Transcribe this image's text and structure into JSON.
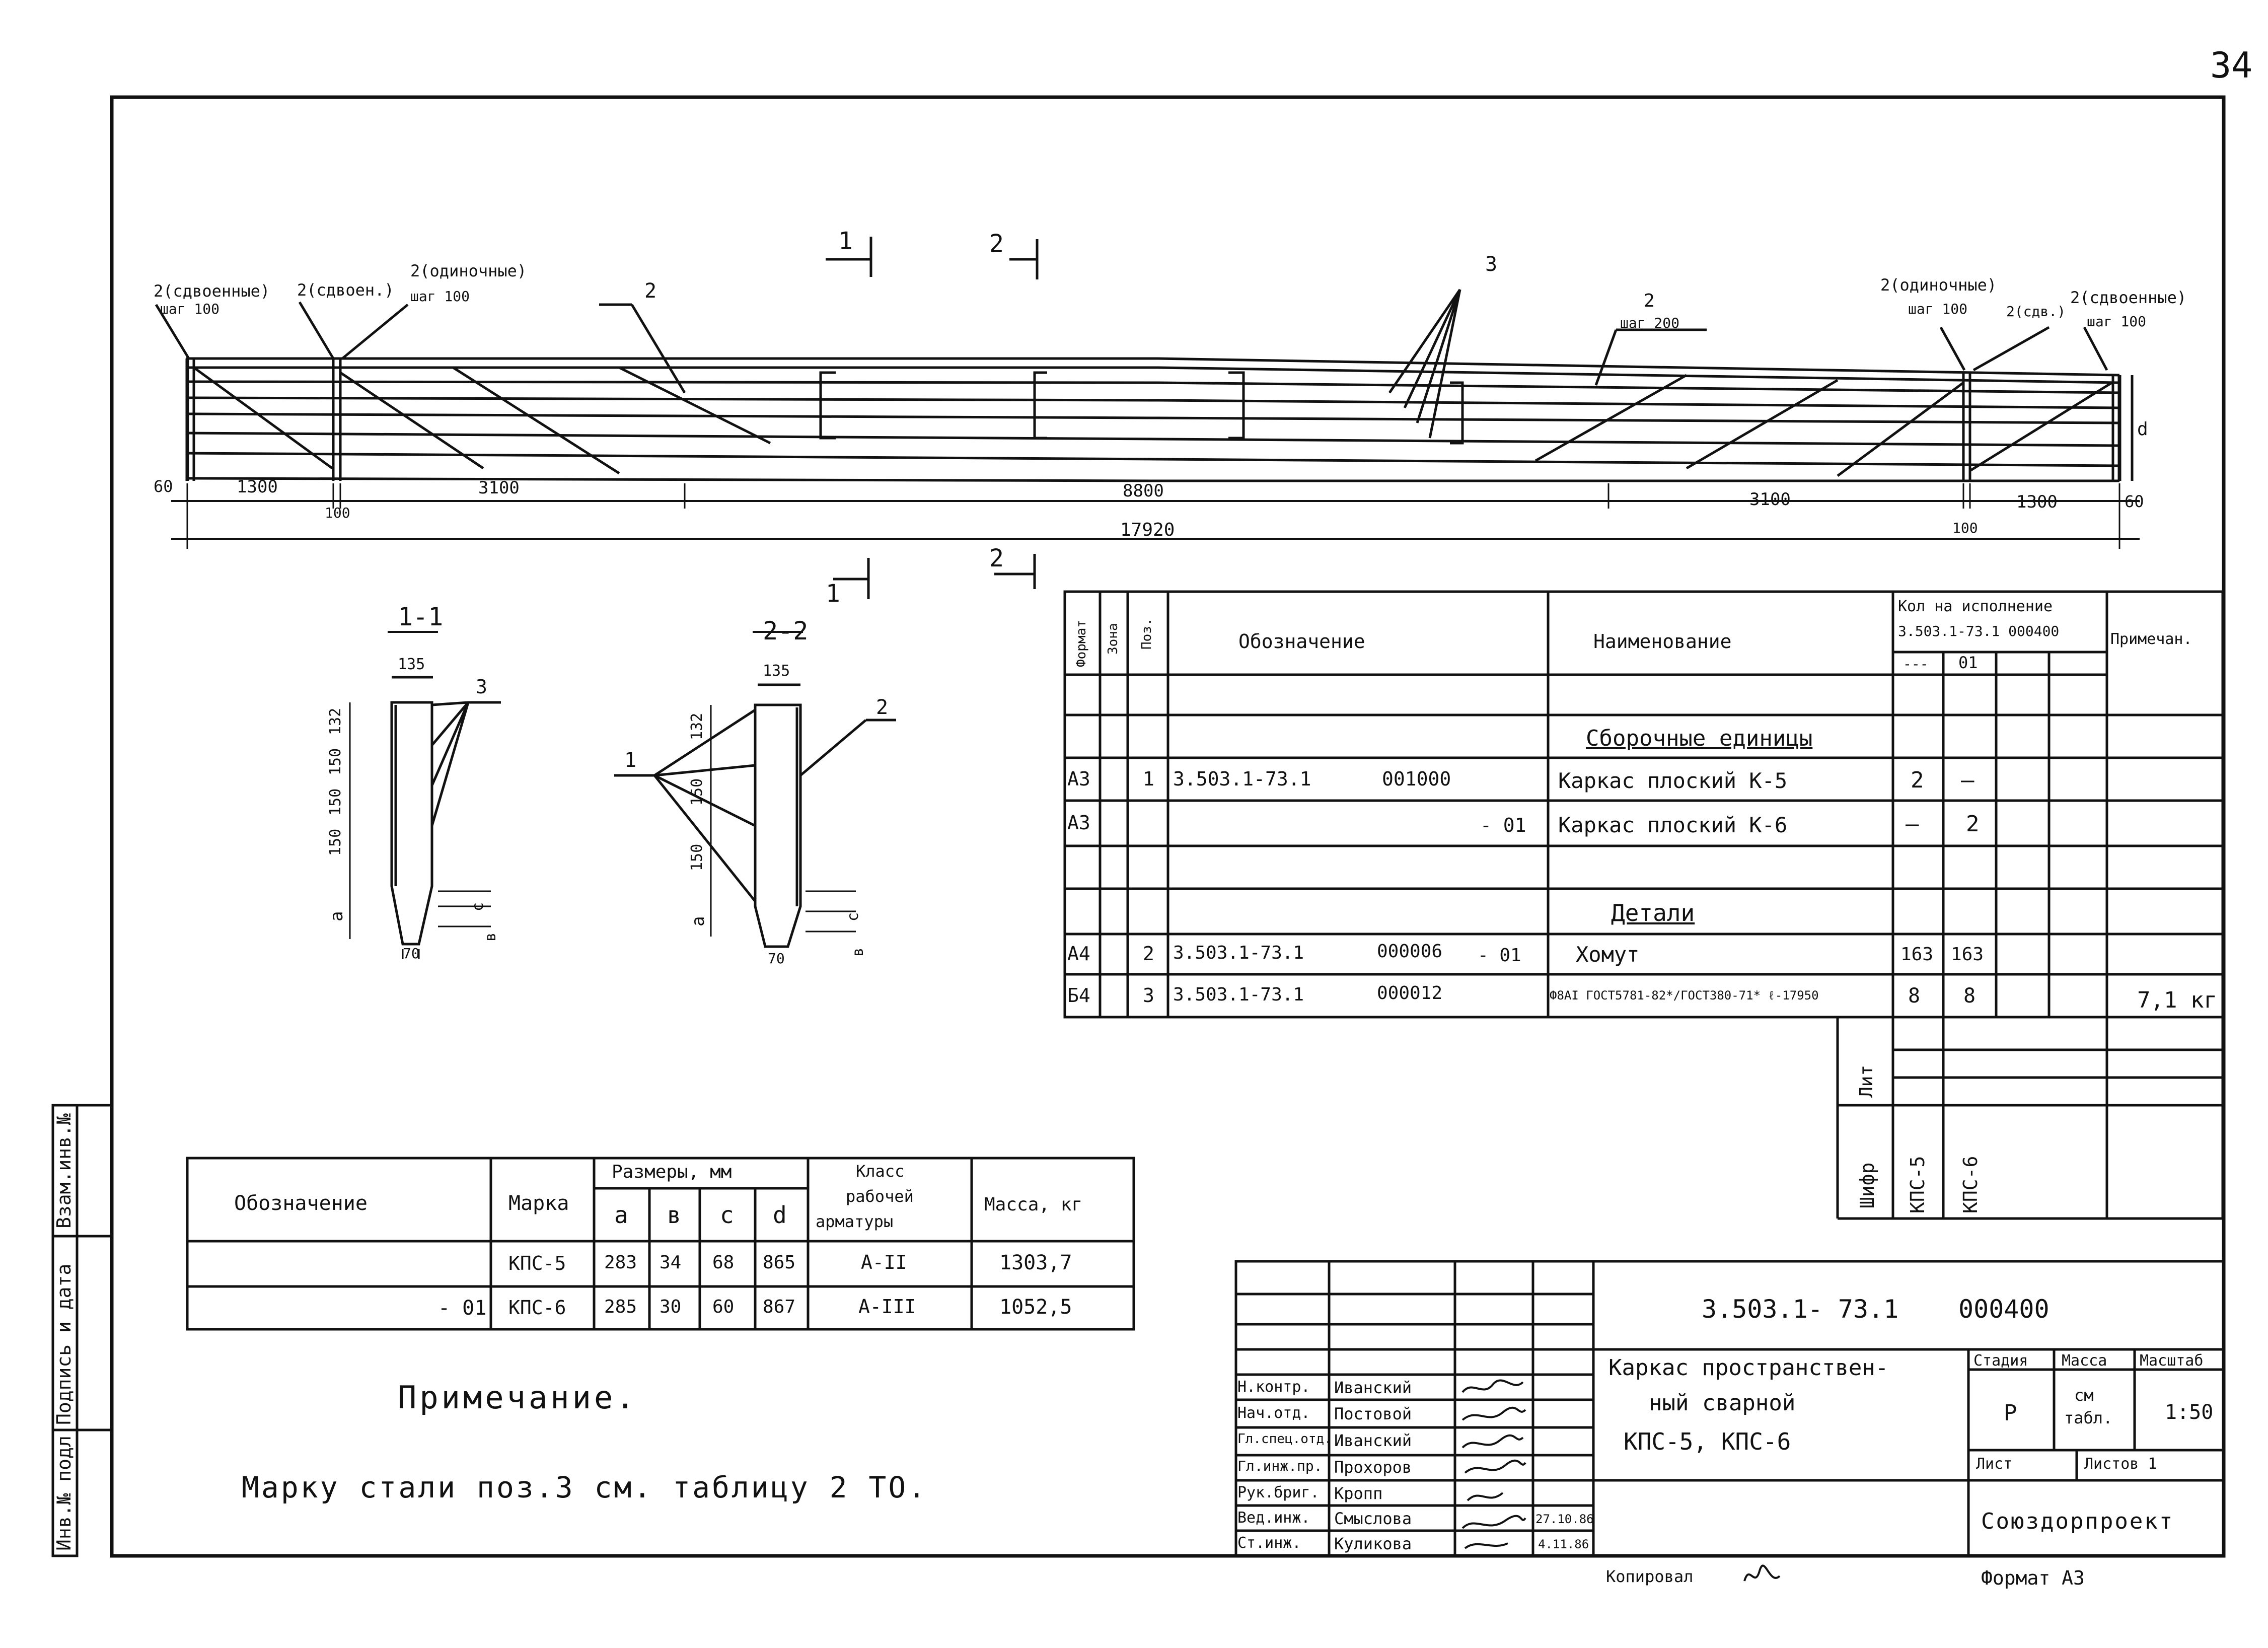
{
  "page_number": "34",
  "beam_elevation": {
    "section_marks": [
      "1",
      "1",
      "2",
      "2"
    ],
    "callouts": {
      "left_double": "2(сдвоенные)",
      "left_double_step": "шаг 100",
      "left_double_short": "2(сдвоен.)",
      "left_single": "2(одиночные)",
      "left_single_step": "шаг 100",
      "left_stirrup": "2",
      "bars": "3",
      "right_stirrup": "2",
      "right_stirrup_step": "шаг 200",
      "right_single": "2(одиночные)",
      "right_single_step": "шаг 100",
      "right_double_short": "2(сдв.)",
      "right_double": "2(сдвоенные)",
      "right_double_step": "шаг 100"
    },
    "dimensions": {
      "end_left": "60",
      "seg1": "1300",
      "seg2": "3100",
      "middle": "8800",
      "seg3": "3100",
      "seg4": "1300",
      "end_right": "60",
      "gap_left": "100",
      "gap_right": "100",
      "total": "17920",
      "height": "d"
    }
  },
  "section_1_1": {
    "title": "1-1",
    "width": "135",
    "dims": [
      "132",
      "150",
      "150",
      "150"
    ],
    "a": "a",
    "c": "c",
    "b": "в",
    "bottom": "70",
    "callout": "3"
  },
  "section_2_2": {
    "title": "2-2",
    "width": "135",
    "dims": [
      "132",
      "150",
      "150"
    ],
    "a": "a",
    "c": "c",
    "b": "в",
    "bottom": "70",
    "callout_left": "1",
    "callout_right": "2"
  },
  "spec": {
    "headers": {
      "format": "Формат",
      "zone": "Зона",
      "pos": "Поз.",
      "designation": "Обозначение",
      "name": "Наименование",
      "qty": "Кол на исполнение",
      "qty_doc": "3.503.1-73.1   000400",
      "variant_base": "---",
      "variant_01": "01",
      "note": "Примечан."
    },
    "section_units": "Сборочные единицы",
    "section_parts": "Детали",
    "rows": [
      {
        "format": "А3",
        "pos": "1",
        "designation": "3.503.1-73.1",
        "code": "001000",
        "variant": "",
        "name": "Каркас плоский  К-5",
        "q1": "2",
        "q2": "—",
        "note": ""
      },
      {
        "format": "А3",
        "pos": "",
        "designation": "",
        "code": "",
        "variant": "- 01",
        "name": "Каркас плоский  К-6",
        "q1": "—",
        "q2": "2",
        "note": ""
      },
      {
        "format": "А4",
        "pos": "2",
        "designation": "3.503.1-73.1",
        "code": "000006",
        "variant": "- 01",
        "name": "Хомут",
        "q1": "163",
        "q2": "163",
        "note": ""
      },
      {
        "format": "Б4",
        "pos": "3",
        "designation": "3.503.1-73.1",
        "code": "000012",
        "variant": "",
        "name": "Ф8АI ГОСТ5781-82*/ГОСТ380-71* ℓ-17950",
        "q1": "8",
        "q2": "8",
        "note": "7,1 кг"
      }
    ],
    "lit": "Лит",
    "cipher": "Шифр",
    "cipher_1": "КПС-5",
    "cipher_2": "КПС-6"
  },
  "sizes_table": {
    "headers": {
      "designation": "Обозначение",
      "mark": "Марка",
      "sizes": "Размеры, мм",
      "a": "a",
      "b": "в",
      "c": "c",
      "d": "d",
      "class_1": "Класс",
      "class_2": "рабочей",
      "class_3": "арматуры",
      "mass": "Масса, кг"
    },
    "rows": [
      {
        "designation": "",
        "mark": "КПС-5",
        "a": "283",
        "b": "34",
        "c": "68",
        "d": "865",
        "class": "А-II",
        "mass": "1303,7"
      },
      {
        "designation": "- 01",
        "mark": "КПС-6",
        "a": "285",
        "b": "30",
        "c": "60",
        "d": "867",
        "class": "А-III",
        "mass": "1052,5"
      }
    ]
  },
  "note": {
    "title": "Примечание.",
    "text": "Марку стали поз.3 см. таблицу 2 ТО."
  },
  "side_stamp": [
    "Инв.№ подл.",
    "Подпись и дата",
    "Взам.инв.№"
  ],
  "title_block": {
    "doc_code": "3.503.1- 73.1",
    "doc_number": "000400",
    "title_line1": "Каркас пространствен-",
    "title_line2": "ный  сварной",
    "title_line3": "КПС-5,   КПС-6",
    "stage_label": "Стадия",
    "mass_label": "Масса",
    "scale_label": "Масштаб",
    "stage": "Р",
    "mass_line1": "см",
    "mass_line2": "табл.",
    "scale": "1:50",
    "sheet_label": "Лист",
    "sheets_label": "Листов 1",
    "organization": "Союздорпроект",
    "people": [
      {
        "role": "Н.контр.",
        "name": "Иванский",
        "date": ""
      },
      {
        "role": "Нач.отд.",
        "name": "Постовой",
        "date": ""
      },
      {
        "role": "Гл.спец.отд.",
        "name": "Иванский",
        "date": ""
      },
      {
        "role": "Гл.инж.пр.",
        "name": "Прохоров",
        "date": ""
      },
      {
        "role": "Рук.бриг.",
        "name": "Кропп",
        "date": ""
      },
      {
        "role": "Вед.инж.",
        "name": "Смыслова",
        "date": "27.10.86"
      },
      {
        "role": "Ст.инж.",
        "name": "Куликова",
        "date": "4.11.86"
      }
    ],
    "copied": "Копировал",
    "format": "Формат А3"
  }
}
